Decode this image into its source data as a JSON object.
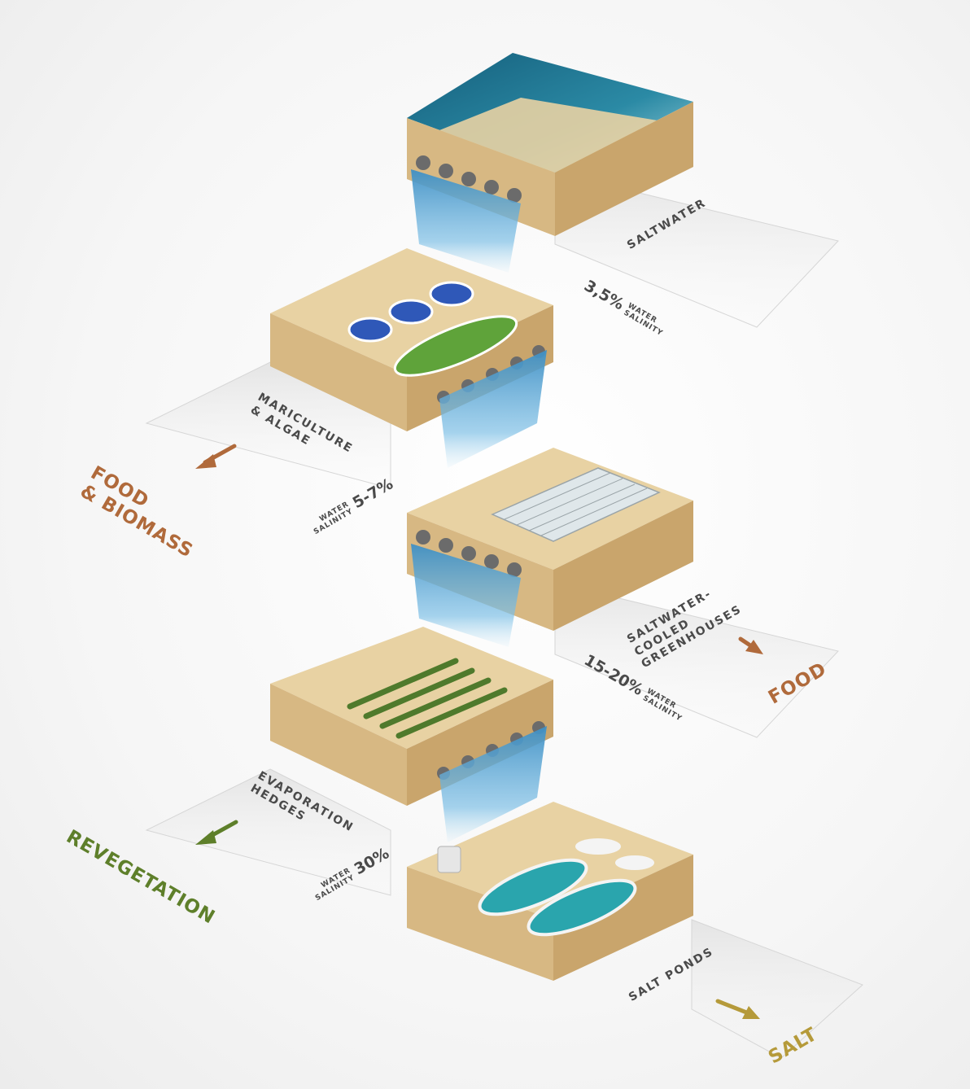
{
  "stages": [
    {
      "name": "SALTWATER"
    },
    {
      "name": "MARICULTURE\n& ALGAE",
      "product": "FOOD\n& BIOMASS"
    },
    {
      "name": "SALTWATER-\nCOOLED\nGREENHOUSES",
      "product": "FOOD"
    },
    {
      "name": "EVAPORATION\nHEDGES",
      "product": "REVEGETATION"
    },
    {
      "name": "SALT PONDS",
      "product": "SALT"
    }
  ],
  "salinity": [
    {
      "value": "3,5%",
      "word1": "WATER",
      "word2": "SALINITY"
    },
    {
      "value": "5-7%",
      "word1": "WATER",
      "word2": "SALINITY"
    },
    {
      "value": "15-20%",
      "word1": "WATER",
      "word2": "SALINITY"
    },
    {
      "value": "30%",
      "word1": "WATER",
      "word2": "SALINITY"
    }
  ],
  "colors": {
    "food": "#b06a3b",
    "revegetation": "#5e7f2a",
    "salt": "#b59a3a",
    "label": "#4a4a4a",
    "sand": "#e8d2a3",
    "sea": "#1f6f8a",
    "pond": "#2aa5ad",
    "basin": "#2f58b8",
    "waterfall": "#5da8d6"
  }
}
